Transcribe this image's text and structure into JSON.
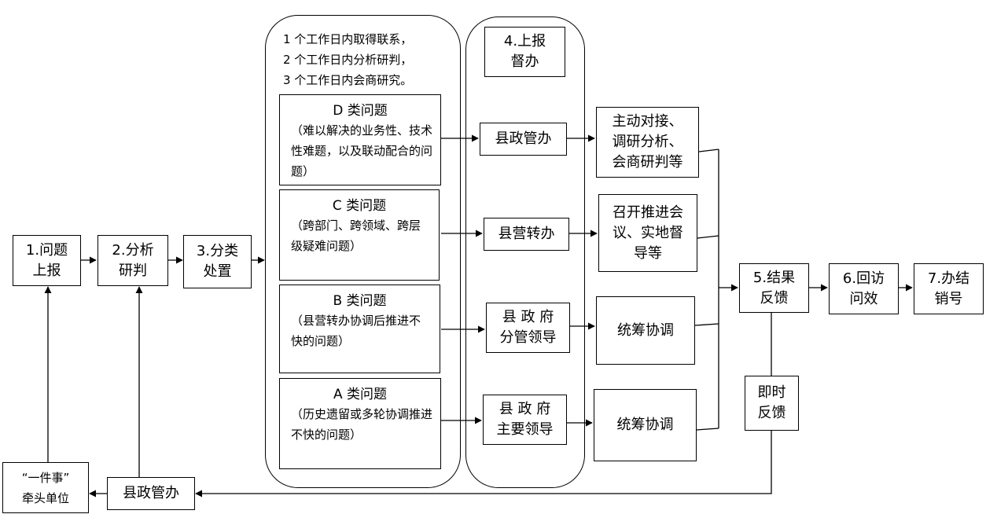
{
  "steps": {
    "s1": "1.问题\n  上报",
    "s2": "2.分析\n  研判",
    "s3": "3.分类\n  处置",
    "s4": "4.上报\n  督办",
    "s5": "5.结果\n  反馈",
    "s6": "6.回访\n  问效",
    "s7": "7.办结\n  销号"
  },
  "notes": [
    "1 个工作日内取得联系，",
    "2 个工作日内分析研判，",
    "3 个工作日内会商研究。"
  ],
  "categories": [
    {
      "title": "D 类问题",
      "desc": "（难以解决的业务性、技术性难题，以及联动配合的问题）"
    },
    {
      "title": "C 类问题",
      "desc": "（跨部门、跨领域、跨层级疑难问题）"
    },
    {
      "title": "B 类问题",
      "desc": "（县营转办协调后推进不快的问题）"
    },
    {
      "title": "A 类问题",
      "desc": "（历史遗留或多轮协调推进不快的问题）"
    }
  ],
  "handlers": [
    "县政管办",
    "县营转办",
    "县 政 府\n分管领导",
    "县 政 府\n主要领导"
  ],
  "actions": [
    "主动对接、\n调研分析、\n会商研判等",
    "召开推进会\n议、实地督\n导等",
    "统筹协调",
    "统筹协调"
  ],
  "feedback": "即时\n反馈",
  "bottom_office": "县政管办",
  "lead_unit": "“一件事”\n牵头单位"
}
